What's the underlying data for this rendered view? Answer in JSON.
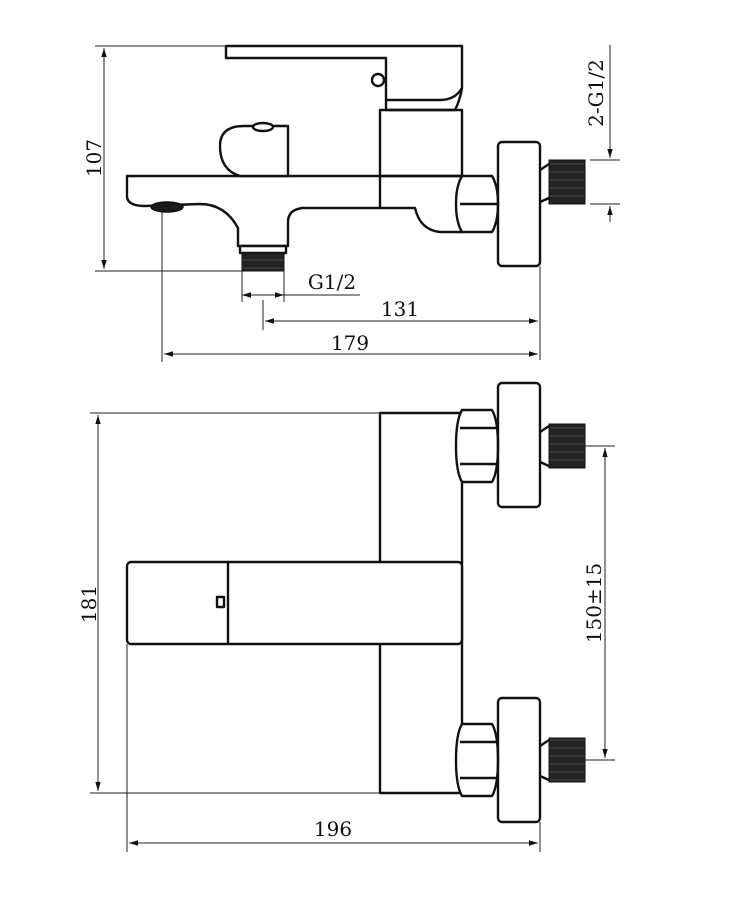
{
  "dimensions": {
    "height_top": "107",
    "spout_thread": "G1/2",
    "inlet_thread": "2-G1/2",
    "length_131": "131",
    "length_179": "179",
    "height_front": "181",
    "inlet_spacing": "150±15",
    "width_196": "196"
  },
  "colors": {
    "line": "#111111",
    "background": "#ffffff"
  }
}
